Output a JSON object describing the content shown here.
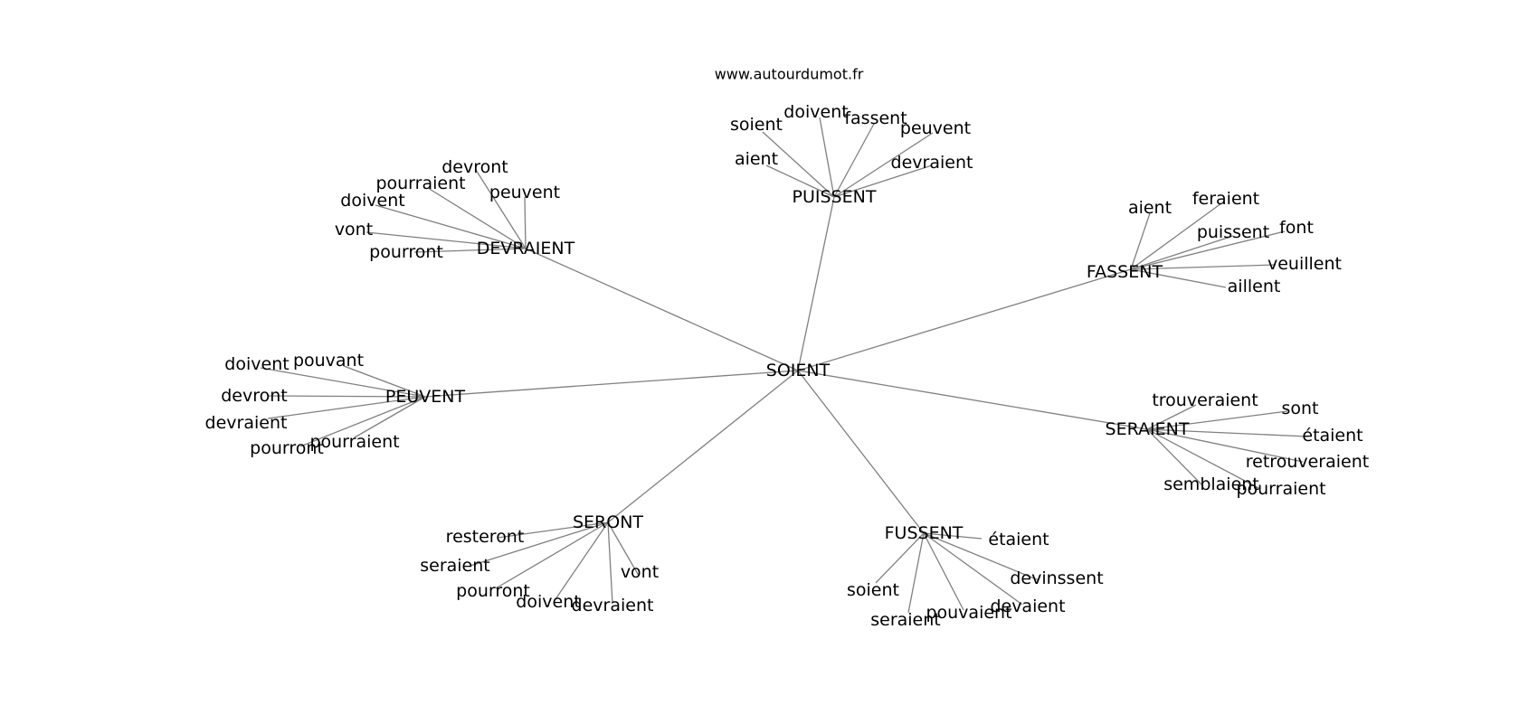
{
  "source": "www.autourdumot.fr",
  "graph": {
    "center": "SOIENT",
    "clusters": [
      {
        "hub": "PUISSENT",
        "leaves": [
          "soient",
          "doivent",
          "fassent",
          "peuvent",
          "aient",
          "devraient"
        ]
      },
      {
        "hub": "DEVRAIENT",
        "leaves": [
          "devront",
          "pourraient",
          "peuvent",
          "doivent",
          "vont",
          "pourront"
        ]
      },
      {
        "hub": "FASSENT",
        "leaves": [
          "aient",
          "feraient",
          "puissent",
          "font",
          "veuillent",
          "aillent"
        ]
      },
      {
        "hub": "PEUVENT",
        "leaves": [
          "doivent",
          "pouvant",
          "devront",
          "devraient",
          "pourront",
          "pourraient"
        ]
      },
      {
        "hub": "SERAIENT",
        "leaves": [
          "trouveraient",
          "sont",
          "étaient",
          "retrouveraient",
          "semblaient",
          "pourraient"
        ]
      },
      {
        "hub": "SERONT",
        "leaves": [
          "resteront",
          "seraient",
          "pourront",
          "doivent",
          "devraient",
          "vont"
        ]
      },
      {
        "hub": "FUSSENT",
        "leaves": [
          "étaient",
          "devinssent",
          "soient",
          "devaient",
          "pouvaient",
          "seraient"
        ]
      }
    ]
  }
}
